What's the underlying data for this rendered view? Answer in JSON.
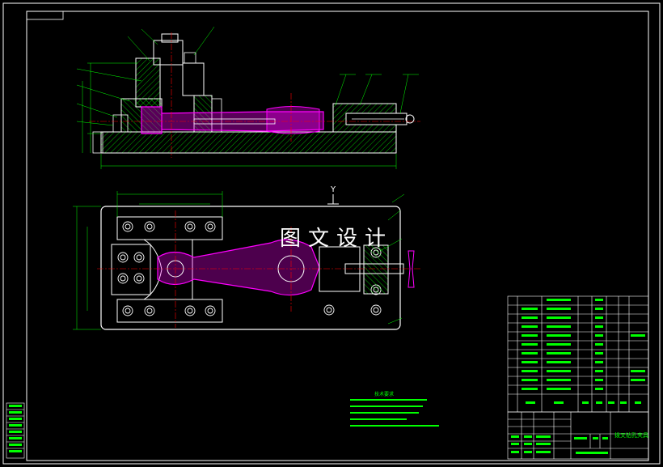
{
  "drawing": {
    "watermark_text": "图文设计",
    "section_label": "Y",
    "title_text": "拨叉钻孔夹具",
    "notes_heading": "技术要求",
    "colors": {
      "outline": "#ffffff",
      "part": "#00ff00",
      "highlight": "#ff00ff",
      "centerline": "#ff0000",
      "dimension": "#00ff00",
      "frame": "#ffffff"
    }
  }
}
